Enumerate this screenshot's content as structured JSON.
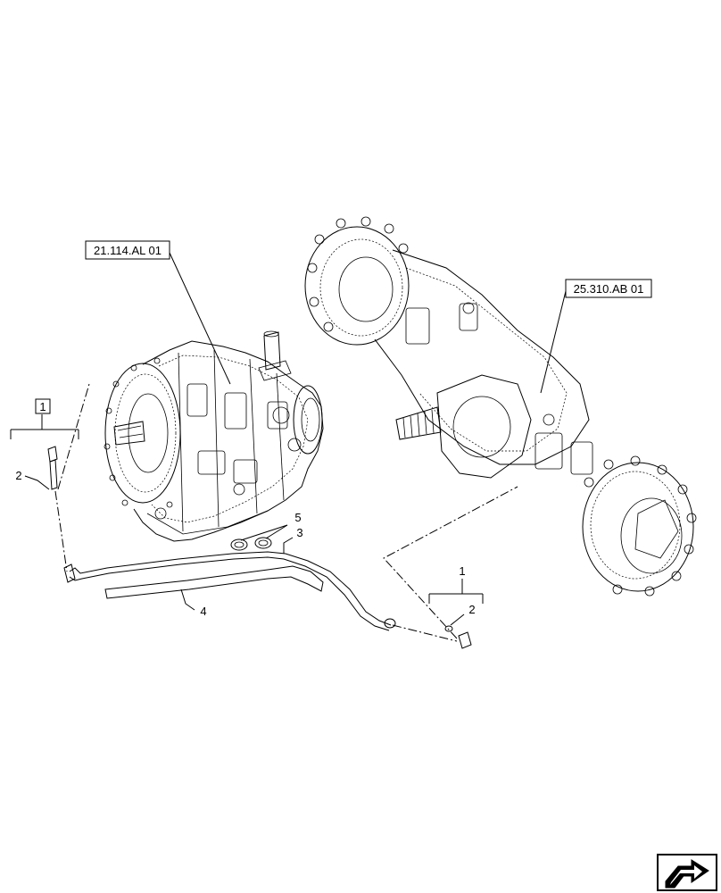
{
  "references": {
    "transmission": "21.114.AL 01",
    "axle": "25.310.AB 01"
  },
  "callouts": {
    "left_group_boxed": "1",
    "left_fitting": "2",
    "tube": "3",
    "sleeve": "4",
    "clamps": "5",
    "right_group": "1",
    "right_fitting": "2"
  },
  "icons": [
    "transmission-drawing",
    "axle-drawing",
    "next-page-arrow-icon"
  ]
}
